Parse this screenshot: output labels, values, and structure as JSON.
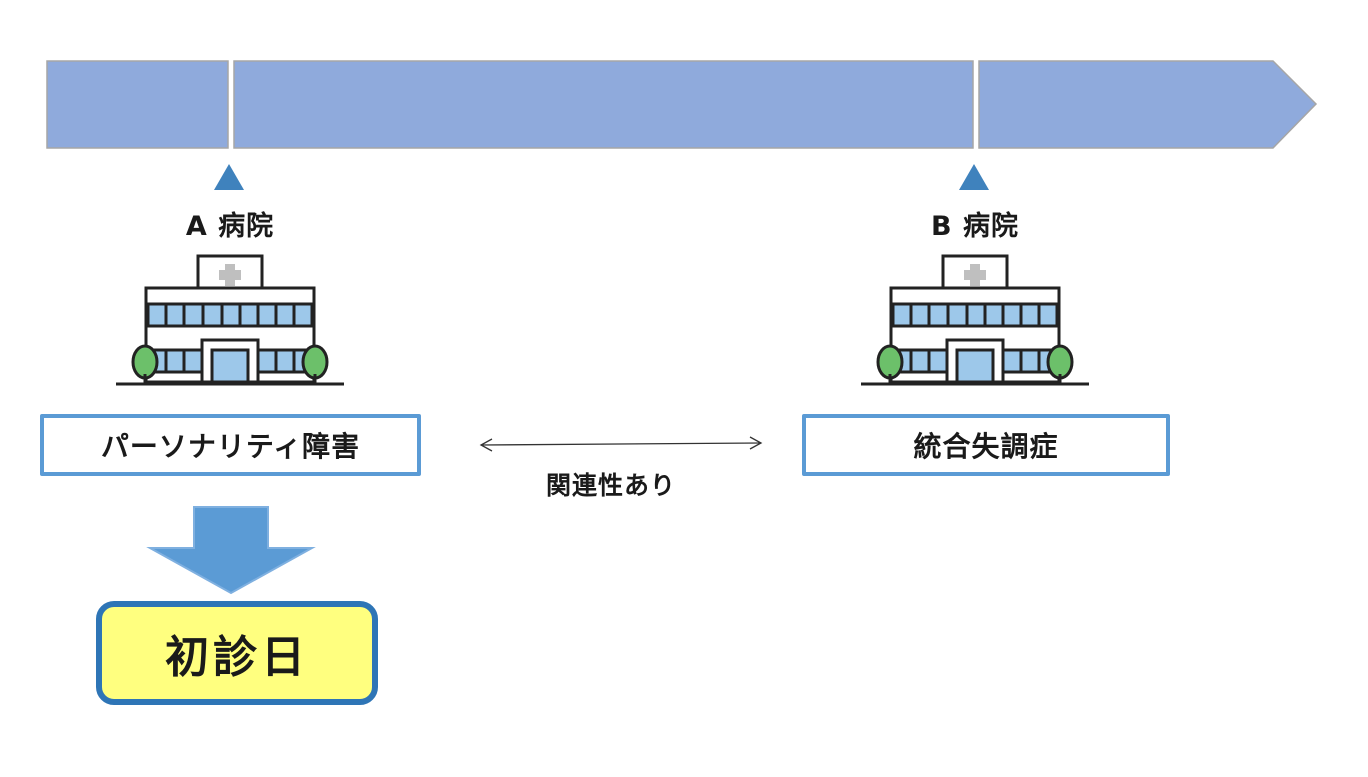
{
  "colors": {
    "timeline_fill": "#8faadc",
    "timeline_border": "#a6a6a6",
    "marker": "#3f82bd",
    "box_border": "#5b9bd5",
    "arrow_fill": "#5b9bd5",
    "first_visit_fill": "#ffff7f",
    "first_visit_border": "#2e75b6",
    "window_blue": "#9dc8ea",
    "tree_green": "#6cc06a",
    "cross_gray": "#bfbfbf"
  },
  "timeline": {
    "direction": "right",
    "marker_count": 2
  },
  "hospitals": [
    {
      "id": "A",
      "label": "A 病院",
      "diagnosis": "パーソナリティ障害",
      "icon": "hospital-building-icon"
    },
    {
      "id": "B",
      "label": "B 病院",
      "diagnosis": "統合失調症",
      "icon": "hospital-building-icon"
    }
  ],
  "relation": {
    "label": "関連性あり",
    "icon": "double-headed-arrow-icon"
  },
  "first_visit": {
    "label": "初診日",
    "icon": "down-arrow-icon"
  }
}
